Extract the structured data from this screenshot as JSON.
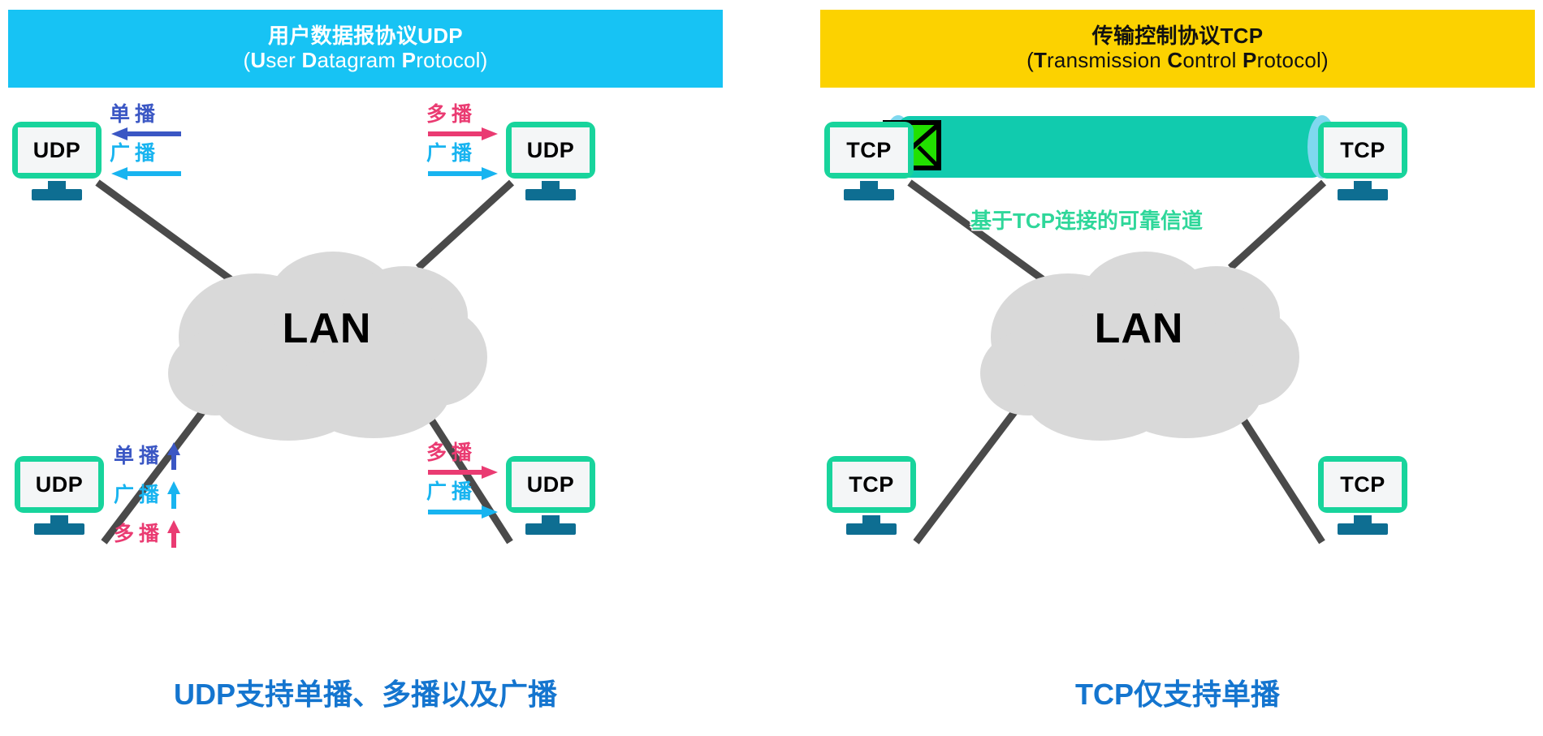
{
  "panels": {
    "udp": {
      "banner": {
        "title_cn": "用户数据报协议UDP",
        "title_en_parts": [
          "(",
          "U",
          "ser ",
          "D",
          "atagram ",
          "P",
          "rotocol)"
        ],
        "bg_color": "#17c3f4",
        "text_color": "#ffffff"
      },
      "cloud_label": "LAN",
      "nodes": [
        {
          "id": "udp-top-left",
          "label": "UDP"
        },
        {
          "id": "udp-top-right",
          "label": "UDP"
        },
        {
          "id": "udp-bottom-left",
          "label": "UDP"
        },
        {
          "id": "udp-bottom-right",
          "label": "UDP"
        }
      ],
      "traffic": {
        "top_left": [
          {
            "word1": "单",
            "word2": "播",
            "kind": "unicast",
            "color": "#3b57c4",
            "arrow": "left"
          },
          {
            "word1": "广",
            "word2": "播",
            "kind": "broadcast",
            "color": "#18b4f0",
            "arrow": "left"
          }
        ],
        "top_right": [
          {
            "word1": "多",
            "word2": "播",
            "kind": "multicast",
            "color": "#ea3b72",
            "arrow": "right"
          },
          {
            "word1": "广",
            "word2": "播",
            "kind": "broadcast",
            "color": "#18b4f0",
            "arrow": "right"
          }
        ],
        "bottom_left": [
          {
            "word1": "单",
            "word2": "播",
            "kind": "unicast",
            "color": "#3b57c4",
            "arrow": "up"
          },
          {
            "word1": "广",
            "word2": "播",
            "kind": "broadcast",
            "color": "#18b4f0",
            "arrow": "up"
          },
          {
            "word1": "多",
            "word2": "播",
            "kind": "multicast",
            "color": "#ea3b72",
            "arrow": "up"
          }
        ],
        "bottom_right": [
          {
            "word1": "多",
            "word2": "播",
            "kind": "multicast",
            "color": "#ea3b72",
            "arrow": "right"
          },
          {
            "word1": "广",
            "word2": "播",
            "kind": "broadcast",
            "color": "#18b4f0",
            "arrow": "right"
          }
        ]
      },
      "footer_caption": "UDP支持单播、多播以及广播"
    },
    "tcp": {
      "banner": {
        "title_cn": "传输控制协议TCP",
        "title_en_parts": [
          "(",
          "T",
          "ransmission ",
          "C",
          "ontrol ",
          "P",
          "rotocol)"
        ],
        "bg_color": "#fcd200",
        "text_color": "#111111"
      },
      "cloud_label": "LAN",
      "nodes": [
        {
          "id": "tcp-top-left",
          "label": "TCP"
        },
        {
          "id": "tcp-top-right",
          "label": "TCP"
        },
        {
          "id": "tcp-bottom-left",
          "label": "TCP"
        },
        {
          "id": "tcp-bottom-right",
          "label": "TCP"
        }
      ],
      "channel": {
        "caption": "基于TCP连接的可靠信道",
        "pipe_color": "#11cbae",
        "cap_color": "#7fd8ef",
        "caption_color": "#2fd79a",
        "envelope_color": "#22e000"
      },
      "footer_caption": "TCP仅支持单播"
    }
  },
  "shared": {
    "cloud_color": "#d9d9d9",
    "link_color": "#4a4a4a",
    "node_border_color": "#18d49c",
    "node_stand_color": "#0e6e92",
    "footer_color": "#1475cf"
  }
}
